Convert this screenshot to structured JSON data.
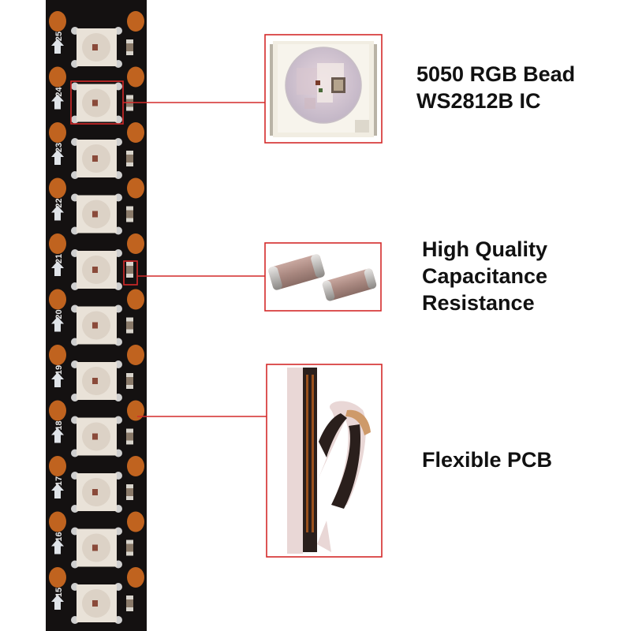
{
  "strip": {
    "segments": [
      {
        "number": "25"
      },
      {
        "number": "24"
      },
      {
        "number": "23"
      },
      {
        "number": "22"
      },
      {
        "number": "21"
      },
      {
        "number": "20"
      },
      {
        "number": "19"
      },
      {
        "number": "18"
      },
      {
        "number": "17"
      },
      {
        "number": "16"
      },
      {
        "number": "15"
      }
    ],
    "colors": {
      "pcb": "#141111",
      "pad": "#c0631f",
      "led": "#e9e2d8",
      "highlight": "#d42a2a"
    }
  },
  "callouts": [
    {
      "lines": [
        "5050 RGB Bead",
        "WS2812B IC"
      ]
    },
    {
      "lines": [
        "High Quality",
        "Capacitance",
        "Resistance"
      ]
    },
    {
      "lines": [
        "Flexible PCB"
      ]
    }
  ]
}
